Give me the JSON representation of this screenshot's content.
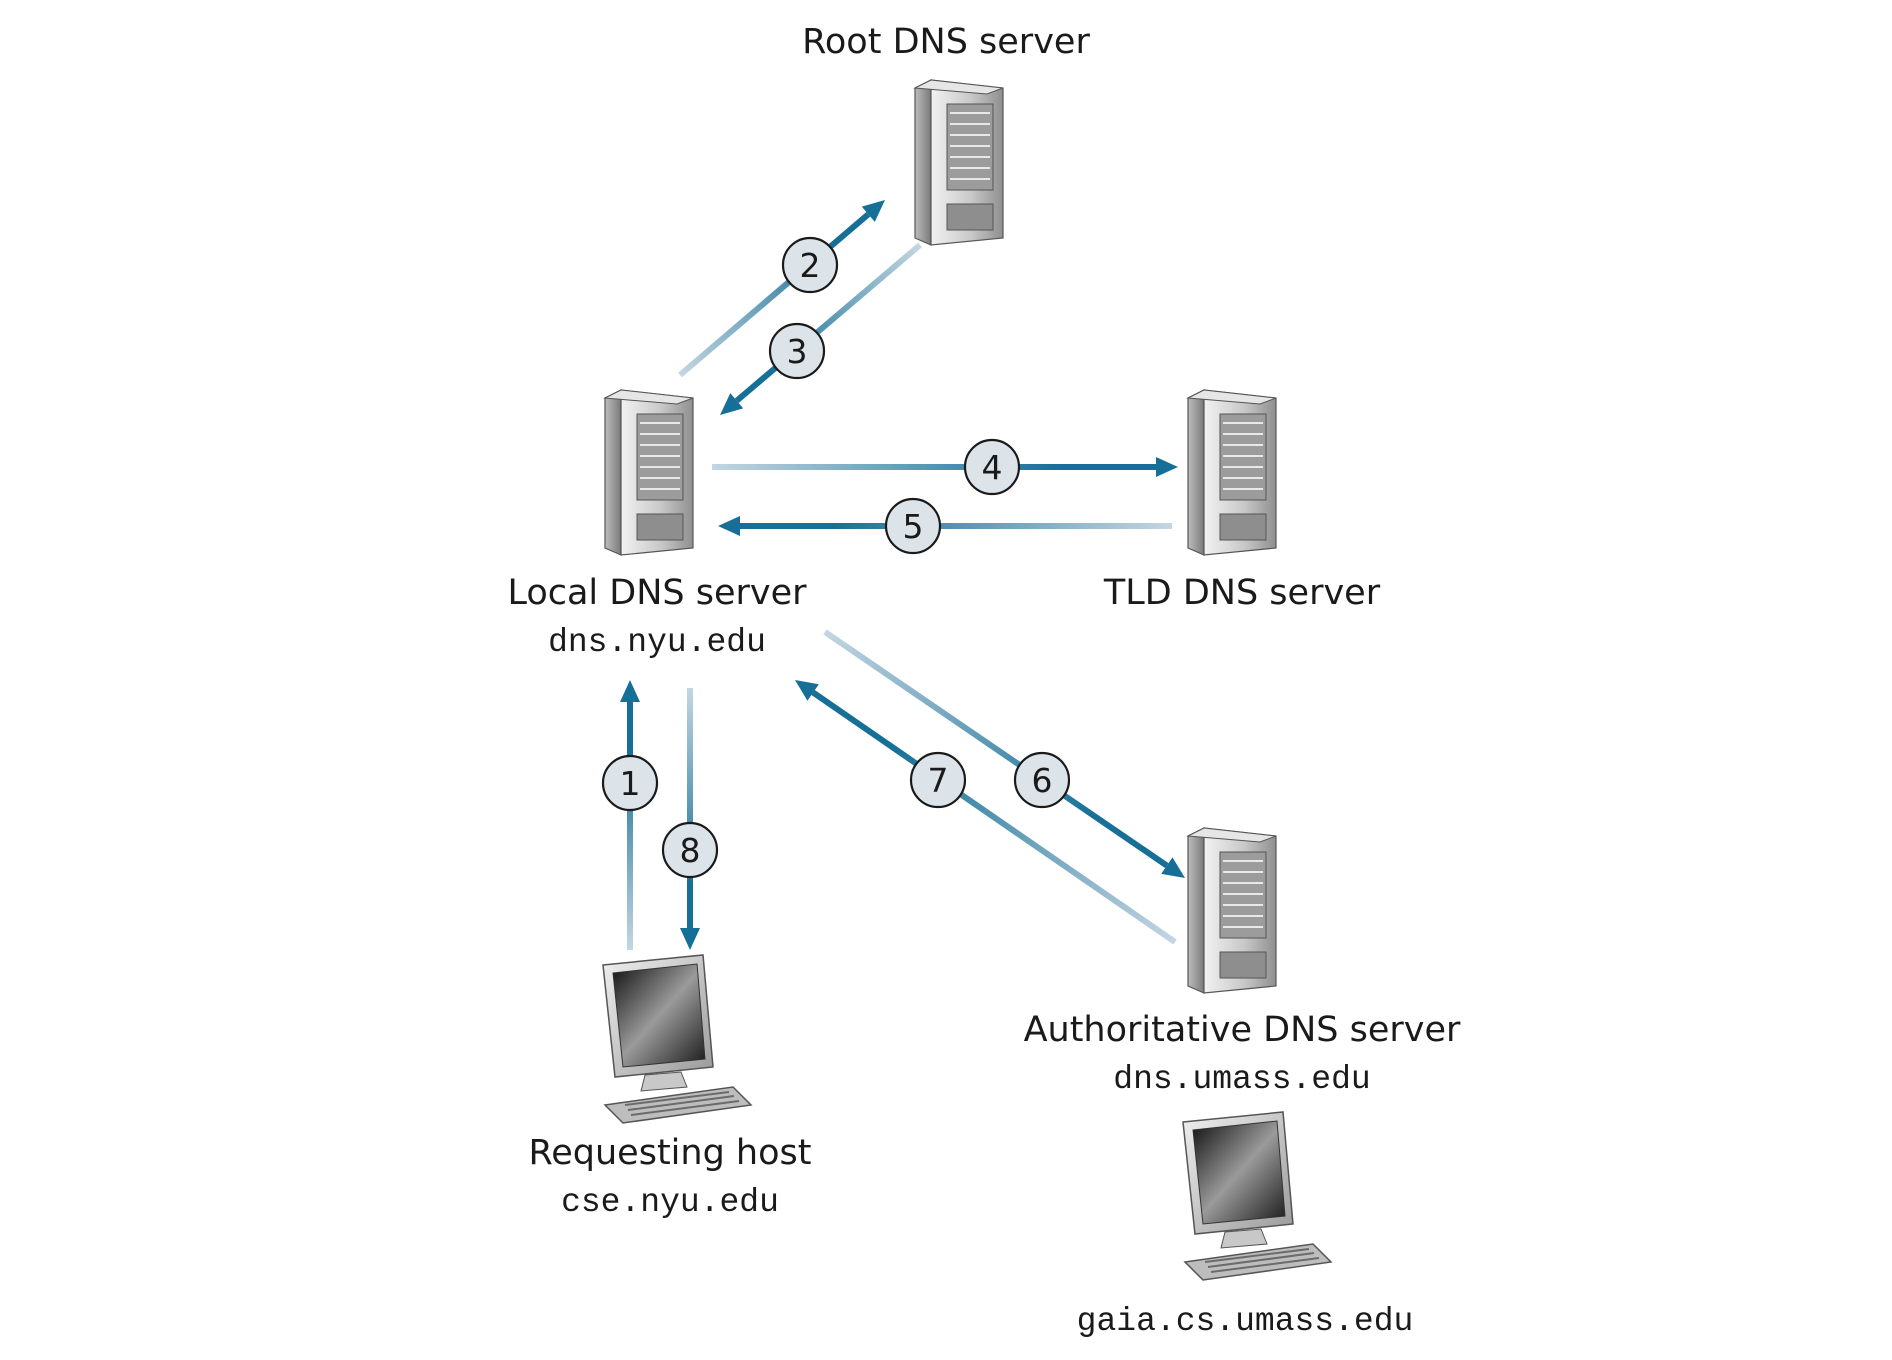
{
  "nodes": {
    "root": {
      "label": "Root DNS server"
    },
    "local": {
      "label": "Local DNS server",
      "hostname": "dns.nyu.edu"
    },
    "tld": {
      "label": "TLD DNS server"
    },
    "authoritative": {
      "label": "Authoritative DNS server",
      "hostname": "dns.umass.edu"
    },
    "requesting": {
      "label": "Requesting host",
      "hostname": "cse.nyu.edu"
    },
    "target": {
      "hostname": "gaia.cs.umass.edu"
    }
  },
  "steps": [
    {
      "number": "1",
      "from": "Requesting host",
      "to": "Local DNS server"
    },
    {
      "number": "2",
      "from": "Local DNS server",
      "to": "Root DNS server"
    },
    {
      "number": "3",
      "from": "Root DNS server",
      "to": "Local DNS server"
    },
    {
      "number": "4",
      "from": "Local DNS server",
      "to": "TLD DNS server"
    },
    {
      "number": "5",
      "from": "TLD DNS server",
      "to": "Local DNS server"
    },
    {
      "number": "6",
      "from": "Local DNS server",
      "to": "Authoritative DNS server"
    },
    {
      "number": "7",
      "from": "Authoritative DNS server",
      "to": "Local DNS server"
    },
    {
      "number": "8",
      "from": "Local DNS server",
      "to": "Requesting host"
    }
  ],
  "colors": {
    "arrow_dark": "#156f96",
    "arrow_light": "#c4d6e2",
    "step_fill": "#dce4ea"
  },
  "icons": {
    "server": "server-tower-icon",
    "computer": "desktop-computer-icon"
  }
}
